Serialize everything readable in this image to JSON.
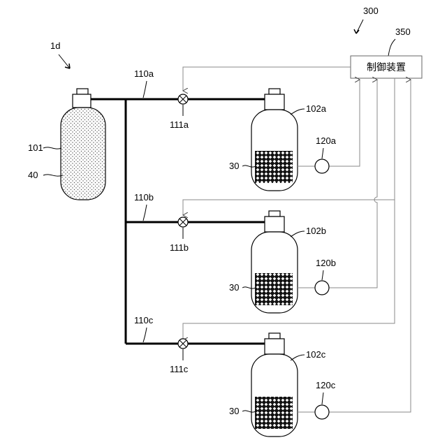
{
  "system": {
    "label": "300"
  },
  "controller": {
    "ref": "350",
    "label": "制御装置"
  },
  "assembly": {
    "label": "1d"
  },
  "source_tank": {
    "label": "101",
    "fill_label": "40"
  },
  "pipes": [
    {
      "label": "110a"
    },
    {
      "label": "110b"
    },
    {
      "label": "110c"
    }
  ],
  "valves": [
    {
      "label": "111a"
    },
    {
      "label": "111b"
    },
    {
      "label": "111c"
    }
  ],
  "tanks": [
    {
      "label": "102a",
      "fill_label": "30"
    },
    {
      "label": "102b",
      "fill_label": "30"
    },
    {
      "label": "102c",
      "fill_label": "30"
    }
  ],
  "sensors": [
    {
      "label": "120a"
    },
    {
      "label": "120b"
    },
    {
      "label": "120c"
    }
  ]
}
